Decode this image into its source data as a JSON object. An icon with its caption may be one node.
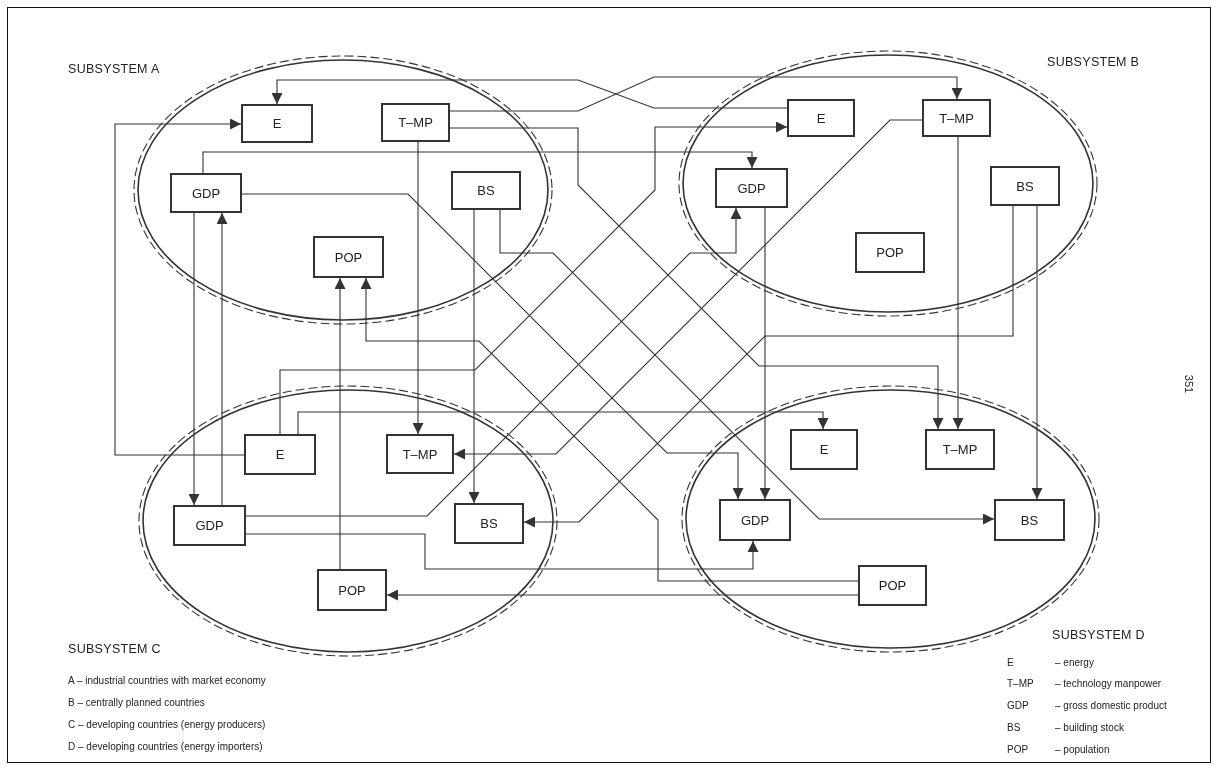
{
  "diagram": {
    "nodes": [
      {
        "text": [
          "SUBSYSTEM A"
        ]
      },
      {
        "text": [
          "E"
        ],
        "in": 0
      },
      {
        "text": [
          "T–MP"
        ],
        "in": 0
      },
      {
        "text": [
          "GDP"
        ],
        "in": 0
      },
      {
        "text": [
          "BS"
        ],
        "in": 0
      },
      {
        "text": [
          "POP"
        ],
        "in": 0
      },
      {
        "text": [
          "SUBSYSTEM B"
        ]
      },
      {
        "text": [
          "E"
        ],
        "in": 6
      },
      {
        "text": [
          "T–MP"
        ],
        "in": 6
      },
      {
        "text": [
          "GDP"
        ],
        "in": 6
      },
      {
        "text": [
          "BS"
        ],
        "in": 6
      },
      {
        "text": [
          "POP"
        ],
        "in": 6
      },
      {
        "text": [
          "SUBSYSTEM C"
        ]
      },
      {
        "text": [
          "E"
        ],
        "in": 12
      },
      {
        "text": [
          "T–MP"
        ],
        "in": 12
      },
      {
        "text": [
          "GDP"
        ],
        "in": 12
      },
      {
        "text": [
          "BS"
        ],
        "in": 12
      },
      {
        "text": [
          "POP"
        ],
        "in": 12
      },
      {
        "text": [
          "SUBSYSTEM D"
        ]
      },
      {
        "text": [
          "E"
        ],
        "in": 18
      },
      {
        "text": [
          "T–MP"
        ],
        "in": 18
      },
      {
        "text": [
          "GDP"
        ],
        "in": 18
      },
      {
        "text": [
          "BS"
        ],
        "in": 18
      },
      {
        "text": [
          "POP"
        ],
        "in": 18
      }
    ],
    "edges": [
      {
        "from": 2,
        "to": 8,
        "arrow": "to"
      },
      {
        "from": 7,
        "to": 1,
        "arrow": "to"
      },
      {
        "from": 2,
        "to": 20,
        "arrow": "to"
      },
      {
        "from": 2,
        "to": 14,
        "arrow": "to"
      },
      {
        "from": 3,
        "to": 9,
        "arrow": "to"
      },
      {
        "from": 3,
        "to": 21,
        "arrow": "to"
      },
      {
        "from": 3,
        "to": 15,
        "arrow": "to"
      },
      {
        "from": 15,
        "to": 3,
        "arrow": "to"
      },
      {
        "from": 13,
        "to": 1,
        "arrow": "to"
      },
      {
        "from": 4,
        "to": 16,
        "arrow": "to"
      },
      {
        "from": 4,
        "to": 22,
        "arrow": "to"
      },
      {
        "from": 17,
        "to": 5,
        "arrow": "to"
      },
      {
        "from": 23,
        "to": 5,
        "arrow": "to"
      },
      {
        "from": 23,
        "to": 17,
        "arrow": "to"
      },
      {
        "from": 13,
        "to": 7,
        "arrow": "to"
      },
      {
        "from": 13,
        "to": 19,
        "arrow": "to"
      },
      {
        "from": 15,
        "to": 9,
        "arrow": "to"
      },
      {
        "from": 15,
        "to": 21,
        "arrow": "to"
      },
      {
        "from": 8,
        "to": 14,
        "arrow": "to"
      },
      {
        "from": 10,
        "to": 16,
        "arrow": "to"
      },
      {
        "from": 10,
        "to": 22,
        "arrow": "to"
      },
      {
        "from": 9,
        "to": 21,
        "arrow": "to"
      },
      {
        "from": 8,
        "to": 20,
        "arrow": "to"
      }
    ],
    "labels": [
      "351",
      "A – industrial countries with market economy",
      "B – centrally planned countries",
      "C – developing countries (energy producers)",
      "D – developing countries (energy importers)",
      "E",
      "– energy",
      "T–MP",
      "– technology manpower",
      "GDP",
      "– gross domestic product",
      "BS",
      "– building stock",
      "POP",
      "– population"
    ]
  }
}
